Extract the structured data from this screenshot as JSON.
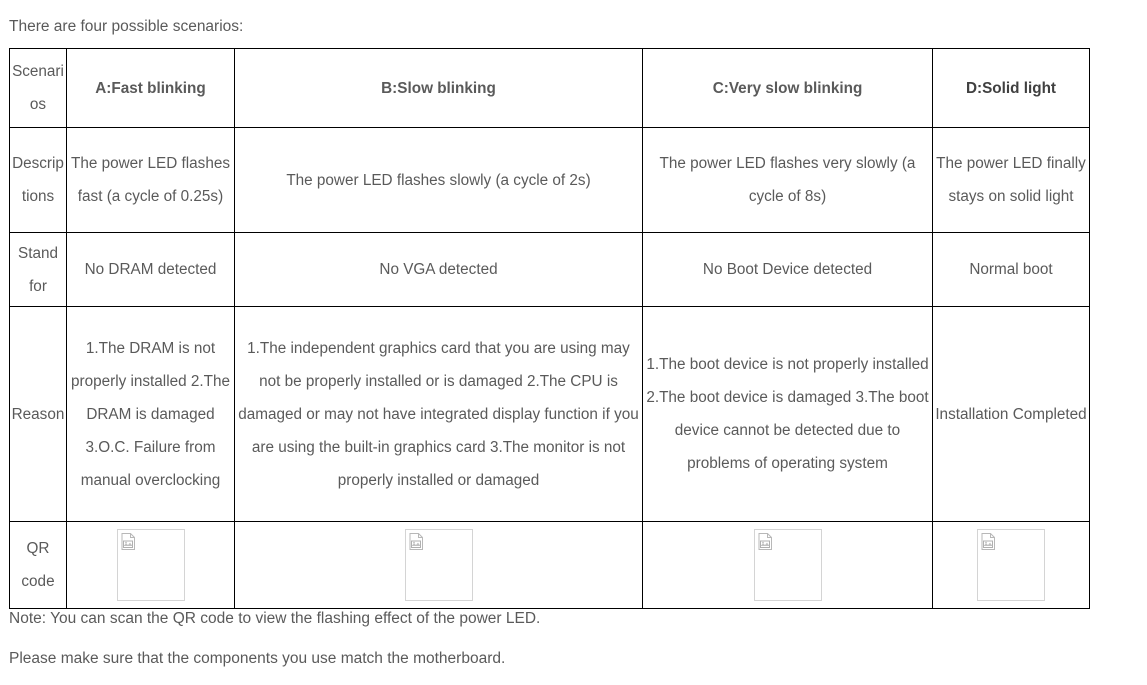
{
  "intro": "There are four possible scenarios:",
  "colors": {
    "accent_blue": "#4a9ee0",
    "text_gray": "#5a5a5a",
    "header_dark": "#404040",
    "border": "#000000",
    "placeholder_border": "#d4d4d4"
  },
  "table": {
    "row_labels": {
      "scenarios": "Scenarios",
      "descriptions": "Descriptions",
      "stand_for": "Stand for",
      "reason": "Reason",
      "qr_code": "QR code"
    },
    "headers": [
      {
        "label": "A:Fast blinking",
        "style": "blue"
      },
      {
        "label": "B:Slow blinking",
        "style": "blue"
      },
      {
        "label": "C:Very slow blinking",
        "style": "blue"
      },
      {
        "label": "D:Solid light",
        "style": "dark"
      }
    ],
    "descriptions": [
      "The power LED flashes fast (a cycle of 0.25s)",
      "The power LED flashes slowly (a cycle of 2s)",
      "The power LED flashes very slowly (a cycle of 8s)",
      "The power LED finally stays on solid light"
    ],
    "stand_for": [
      "No DRAM detected",
      "No VGA detected",
      "No Boot Device detected",
      "Normal boot"
    ],
    "reasons": [
      "1.The DRAM is not properly installed 2.The DRAM is damaged 3.O.C. Failure from manual overclocking",
      "1.The independent graphics card that you are using may not be properly installed or is damaged 2.The CPU is damaged or may not have integrated display function if you are using the built-in graphics card 3.The monitor is not properly installed or damaged",
      "1.The boot device is not properly installed 2.The boot device is damaged 3.The boot device cannot be detected due to problems of operating system",
      "Installation Completed"
    ],
    "qr_codes": [
      {
        "icon": "broken-image-icon",
        "alt": ""
      },
      {
        "icon": "broken-image-icon",
        "alt": ""
      },
      {
        "icon": "broken-image-icon",
        "alt": ""
      },
      {
        "icon": "broken-image-icon",
        "alt": ""
      }
    ]
  },
  "footnotes": [
    "Note: You can scan the QR code to view the flashing effect of the power LED.",
    "Please make sure that the components you use match the motherboard."
  ]
}
